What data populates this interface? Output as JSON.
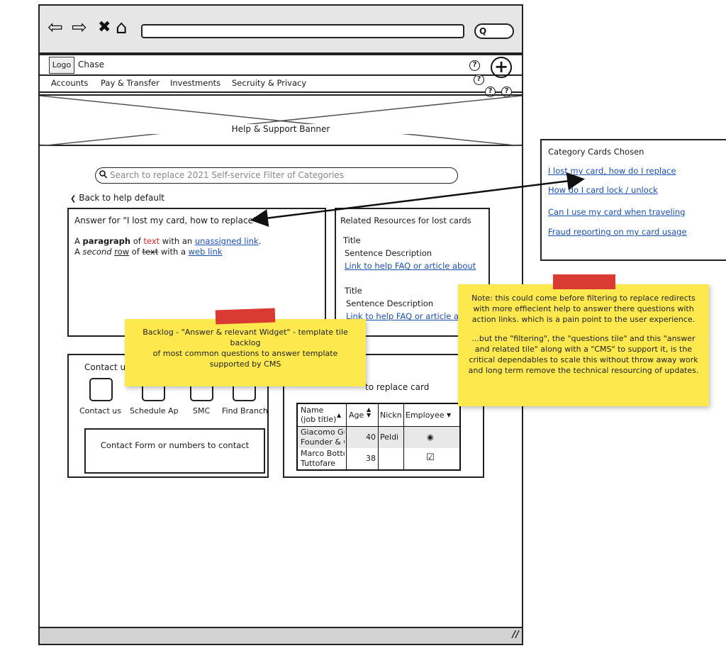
{
  "browser": {
    "nav_icons": [
      "back-arrow-icon",
      "forward-arrow-icon",
      "close-x-icon",
      "home-icon"
    ],
    "back_glyph": "⇦",
    "forward_glyph": "⇨",
    "stop_glyph": "✖",
    "home_glyph": "⌂",
    "url_value": "",
    "search_glyph": "Q"
  },
  "header": {
    "logo_label": "Logo",
    "brand_name": "Chase",
    "help_glyph": "?",
    "add_glyph": "+"
  },
  "menu": {
    "items": [
      "Accounts",
      "Pay & Transfer",
      "Investments",
      "Secruity & Privacy"
    ]
  },
  "banner": {
    "label": "Help & Support Banner"
  },
  "search": {
    "placeholder": "Search to replace  2021 Self-service Filter of Categories"
  },
  "back_link": {
    "arrow": "❮",
    "label": "Back to help default"
  },
  "answer": {
    "title": "Answer for \"I lost my card, how to replace\"",
    "p1_a": "A ",
    "p1_bold": "paragraph",
    "p1_of": " of ",
    "p1_red": "text",
    "p1_with": " with an ",
    "p1_link": "unassigned link",
    "p1_end": ".",
    "p2_a": "A ",
    "p2_italic": "second",
    "p2_sp": " ",
    "p2_underline": "row",
    "p2_of": " of ",
    "p2_strike": "text",
    "p2_with": " with a ",
    "p2_link": "web link"
  },
  "related": {
    "title": "Related Resources for lost cards",
    "items": [
      {
        "title": "Title",
        "desc": "Sentence Description",
        "link": "Link to help FAQ or article about"
      },
      {
        "title": "Title",
        "desc": "Sentence Description",
        "link": "Link to help FAQ or article about"
      }
    ]
  },
  "contact": {
    "title": "Contact us",
    "tiles": [
      "Contact us",
      "Schedule Ap",
      "SMC",
      "Find Branch"
    ],
    "form_label": "Contact Form or numbers to contact"
  },
  "table_widget": {
    "title": "to replace card",
    "headers": [
      "Name\n(job title)",
      "Age",
      "Nickn",
      "Employee"
    ],
    "rows": [
      {
        "name": "Giacomo Gu\nFounder & C",
        "age": "40",
        "nick": "Peldi",
        "employee": "◉"
      },
      {
        "name": "Marco Botto\nTuttofare",
        "age": "38",
        "nick": "",
        "employee": "☑"
      }
    ]
  },
  "category_panel": {
    "title": "Category Cards Chosen",
    "links": [
      "I lost my card, how do I replace",
      "How do I card lock / unlock",
      "Can I use my card when traveling",
      "Fraud reporting on my card usage"
    ]
  },
  "sticky_backlog": {
    "text_lines": [
      "Backlog - \"Answer & relevant Widget\"  - template tile backlog",
      "of most common questions to answer template",
      "supported by CMS"
    ]
  },
  "sticky_note": {
    "para1": "Note: this could come before filtering to replace redirects with more effiecient help to answer there questions with action links. which is a pain point to the user experience.",
    "para2": "...but the \"filtering\", the \"questions tile\" and this \"answer and related tile\" along with a \"CMS\" to support it, is the critical dependables to scale this without throw away work and long term remove the technical resourcing of updates."
  },
  "colors": {
    "sticky": "#fde94e",
    "tape": "#d93a31",
    "link": "#1a4fb5",
    "red_text": "#e02020"
  }
}
